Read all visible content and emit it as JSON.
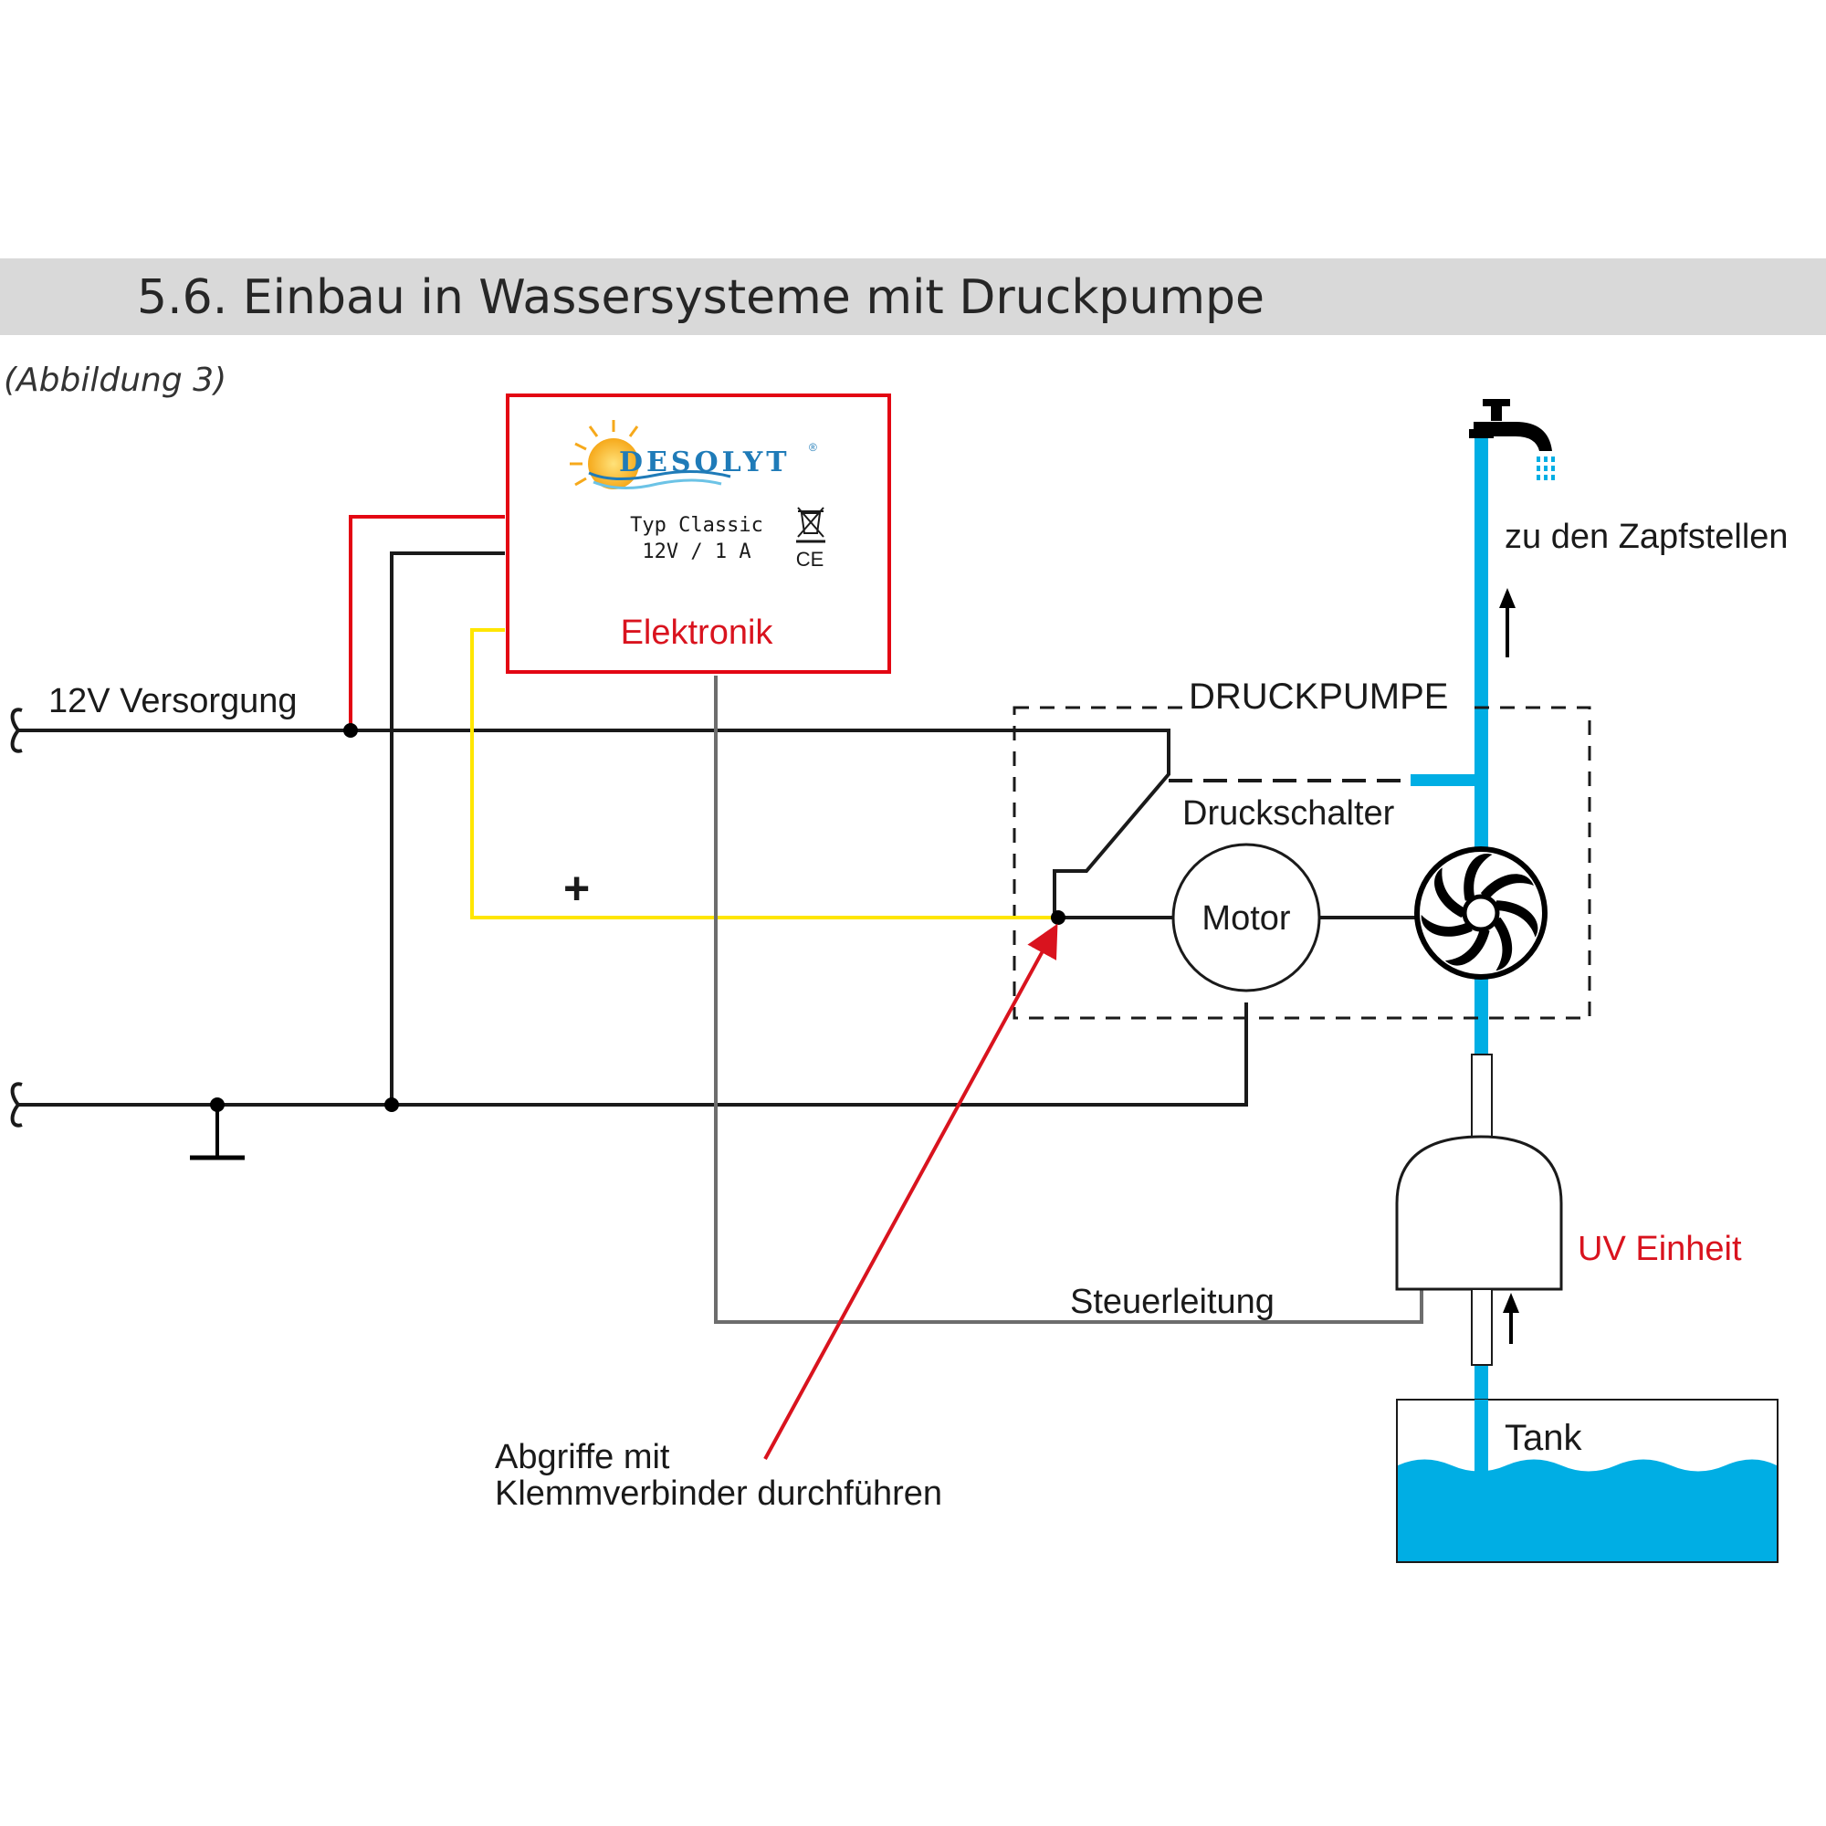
{
  "header": {
    "title": "5.6. Einbau in Wassersysteme mit Druckpumpe",
    "caption": "(Abbildung 3)"
  },
  "electronics": {
    "brand": "DESOLYT",
    "brand_mark": "®",
    "type_line": "Typ Classic",
    "rating_line": "12V / 1 A",
    "ce_mark": "CE",
    "label": "Elektronik"
  },
  "labels": {
    "supply": "12V Versorgung",
    "plus": "+",
    "pump": "DRUCKPUMPE",
    "pressure_switch": "Druckschalter",
    "motor": "Motor",
    "taps": "zu den Zapfstellen",
    "uv_unit": "UV Einheit",
    "control_line": "Steuerleitung",
    "tank": "Tank",
    "note_line1": "Abgriffe mit",
    "note_line2": "Klemmverbinder durchführen"
  },
  "colors": {
    "header_band": "#d9d9d9",
    "positive_wire": "#e30613",
    "signal_wire": "#ffe600",
    "control_wire": "#6d6d6d",
    "water": "#00aee4",
    "accent_red": "#d9131e",
    "brand_blue": "#1f7bb8"
  },
  "icons": [
    "water-tap-icon",
    "water-drops-icon",
    "impeller-icon",
    "ground-symbol-icon",
    "weee-bin-icon",
    "sun-logo-icon"
  ]
}
